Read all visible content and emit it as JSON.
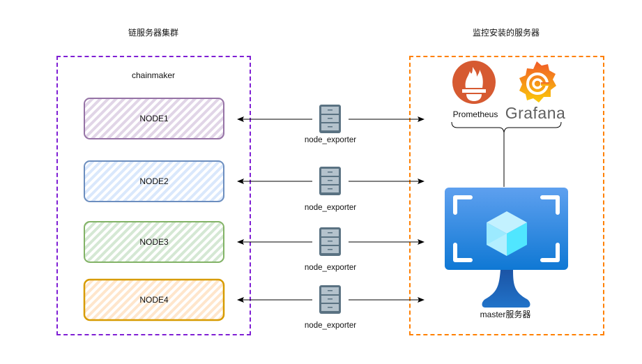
{
  "titles": {
    "left": "链服务器集群",
    "right": "监控安装的服务器"
  },
  "left_group": {
    "label": "chainmaker",
    "border_color": "#7f1fd4",
    "nodes": [
      {
        "label": "NODE1",
        "stroke": "#9673a6",
        "fill": "#e1d5e7"
      },
      {
        "label": "NODE2",
        "stroke": "#6c8ebf",
        "fill": "#dae8fc"
      },
      {
        "label": "NODE3",
        "stroke": "#82b366",
        "fill": "#d5e8d4"
      },
      {
        "label": "NODE4",
        "stroke": "#d79b00",
        "fill": "#ffe6cc"
      }
    ]
  },
  "exporters": [
    {
      "label": "node_exporter",
      "icon": "file-cabinet-icon"
    },
    {
      "label": "node_exporter",
      "icon": "file-cabinet-icon"
    },
    {
      "label": "node_exporter",
      "icon": "file-cabinet-icon"
    },
    {
      "label": "node_exporter",
      "icon": "file-cabinet-icon"
    }
  ],
  "right_group": {
    "border_color": "#ff8000",
    "prometheus": {
      "label": "Prometheus",
      "color": "#d65a31"
    },
    "grafana": {
      "label": "Grafana",
      "color": "#f46800"
    },
    "master": {
      "label": "master服务器",
      "icon": "virtual-machine-monitor-icon"
    }
  }
}
